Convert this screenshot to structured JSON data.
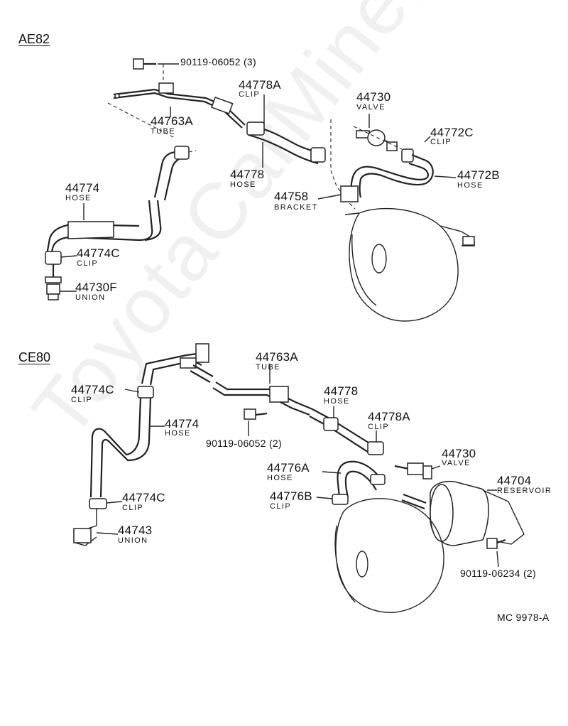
{
  "sections": {
    "ae82": "AE82",
    "ce80": "CE80"
  },
  "watermark": "ToyotaCarMine.ru",
  "footer_code": "MC  9978-A",
  "ae82_labels": {
    "bolt_a": "90119-06052 (3)",
    "clip_a": "44778A",
    "clip_a_name": "CLIP",
    "tube_a": "44763A",
    "tube_a_name": "TUBE",
    "valve_a": "44730",
    "valve_a_name": "VALVE",
    "clip_c": "44772C",
    "clip_c_name": "CLIP",
    "hose_b": "44772B",
    "hose_b_name": "HOSE",
    "hose_a": "44778",
    "hose_a_name": "HOSE",
    "bracket": "44758",
    "bracket_name": "BRACKET",
    "hose_main": "44774",
    "hose_main_name": "HOSE",
    "clip_main": "44774C",
    "clip_main_name": "CLIP",
    "union": "44730F",
    "union_name": "UNION"
  },
  "ce80_labels": {
    "tube_a": "44763A",
    "tube_a_name": "TUBE",
    "clip_top": "44774C",
    "clip_top_name": "CLIP",
    "hose_a": "44778",
    "hose_a_name": "HOSE",
    "hose_main": "44774",
    "hose_main_name": "HOSE",
    "clip_a": "44778A",
    "clip_a_name": "CLIP",
    "bolt_a": "90119-06052 (2)",
    "valve": "44730",
    "valve_name": "VALVE",
    "hose_b": "44776A",
    "hose_b_name": "HOSE",
    "reservoir": "44704",
    "reservoir_name": "RESERVOIR",
    "clip_b": "44776B",
    "clip_b_name": "CLIP",
    "clip_bottom": "44774C",
    "clip_bottom_name": "CLIP",
    "union": "44743",
    "union_name": "UNION",
    "bolt_b": "90119-06234 (2)"
  }
}
